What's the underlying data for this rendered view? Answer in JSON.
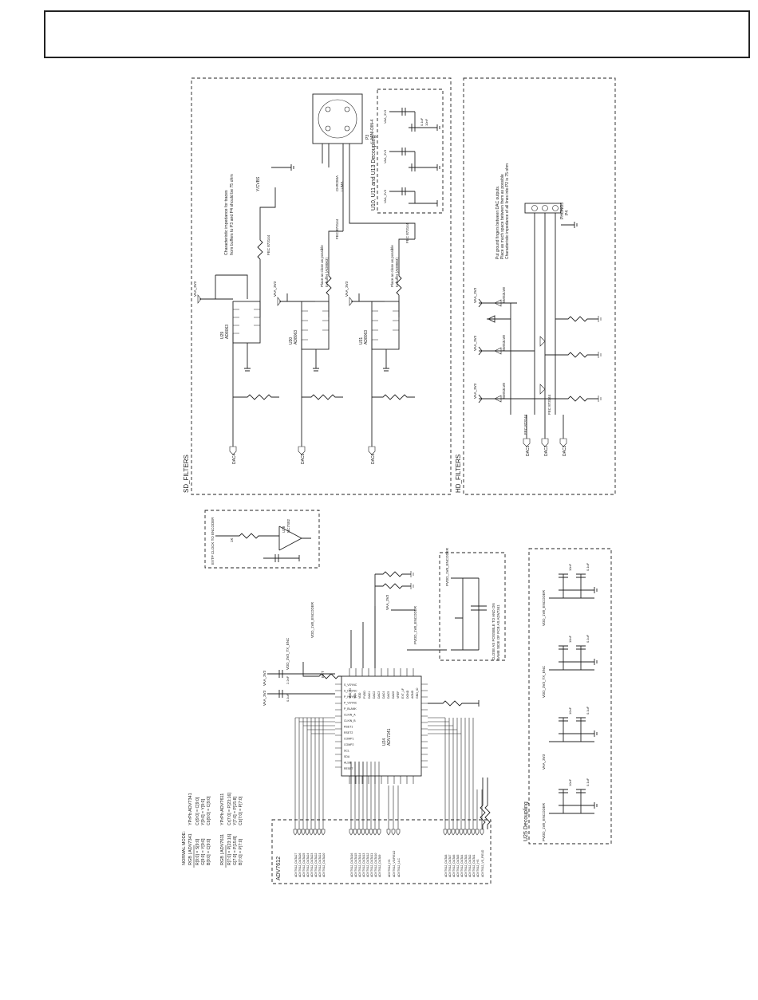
{
  "sd": {
    "section_label": "SD_FILTERS",
    "impedance_note": [
      "Characteristic impedance for traces",
      "from buffers to P3 and P4 should be 75 ohm"
    ],
    "place_note": [
      "Place as close as possible",
      "to buffer (AD8063)"
    ],
    "out_label": "Y/CVBS",
    "buffers": [
      {
        "ref": "U29",
        "part": "AD8063"
      },
      {
        "ref": "U30",
        "part": "AD8063"
      },
      {
        "ref": "U31",
        "part": "AD8063"
      }
    ],
    "dac_inputs": [
      "DAC4",
      "DAC5",
      "DAC6"
    ],
    "rail": "VAA_3V3",
    "ferrite": "FEC 873144",
    "connectors": [
      {
        "ref": "P3",
        "part": "MINI-DIN-4"
      },
      {
        "ref": "P4",
        "part": "PHONO3"
      }
    ],
    "decoupling_title": "U10, U11 and U13 Decoupling",
    "decoupling_rails": [
      "VAA_3V3",
      "VAA_3V3",
      "VAA_3V3"
    ],
    "decoupling_caps": [
      "0.1uF",
      "10nF"
    ],
    "chroma_label": "CHROMA",
    "luma_label": "LUMA"
  },
  "hd": {
    "section_label": "HD_FILTERS",
    "note": [
      "Put ground fingers between DAC outputs.",
      "Place as much space between them as possible",
      "Characteristic impedance of all lines into P2 is 75 ohm"
    ],
    "dac_inputs": [
      "DAC1",
      "DAC2",
      "DAC3"
    ],
    "rails": [
      "VAA_3V3",
      "VAA_3V3",
      "VAA_3V3"
    ],
    "diode": "SMS3LV8",
    "connector": {
      "ref": "P4",
      "part": "PHONO3"
    },
    "ferrite": "FEC 873144"
  },
  "clock": {
    "title": "EXTP CLOCK TO ENCODER",
    "ref": "U28",
    "part": "NC7S02",
    "res": "1K"
  },
  "encoder": {
    "ref": "U24",
    "part": "ADV7341",
    "left_pins": [
      "S_VSYNC",
      "S_HSYNC",
      "P_HSYNC",
      "P_VSYNC",
      "P_BLANK",
      "CLKIN_A",
      "CLKIN_B",
      "RSET1",
      "RSET2",
      "COMP1",
      "COMP2",
      "SCL",
      "SDA",
      "ALSB",
      "RESET"
    ],
    "top_pins": [
      "VDD_IO",
      "VAA",
      "VDD",
      "PVDD",
      "DAC1",
      "DAC2",
      "DAC3",
      "DAC4",
      "DAC5",
      "DAC6",
      "VREF",
      "EXT_LF",
      "DGND",
      "AGND",
      "GND_IO"
    ],
    "rails": [
      "VAA_3V3",
      "VAA_3V3",
      "VDD_3V3_TX_ENC",
      "VDD_1V8_ENCODER",
      "VAA_3V3",
      "PVDD_1V8_ENCODER"
    ],
    "ext_label": "EXT",
    "caps": [
      "2.2nF",
      "0.1uF"
    ]
  },
  "pvdd_box": {
    "rail": "PVDD_1V8_ENCODER",
    "note": [
      "CLOSE AS POSSIBLE TO AND ON",
      "SAME SIDE OF PCB AS ADV7341"
    ]
  },
  "modes": {
    "title": "NORMAL MODE:",
    "table1_header": [
      "RGB",
      "ADV7341",
      "YPrPb",
      "ADV7341"
    ],
    "table1_rows": [
      [
        "R[9:0]",
        "= S[9:0]",
        "Cr[9:0]",
        "= C[9:0]"
      ],
      [
        "G[9:0]",
        "= Y[9:0]",
        "Y[9:0]",
        "= Y[9:0]"
      ],
      [
        "B[9:0]",
        "= C[9:0]",
        "Cb[9:0]",
        "= C[9:0]"
      ]
    ],
    "table2_header": [
      "RGB",
      "ADV7611",
      "YPrPb",
      "ADV7611"
    ],
    "table2_rows": [
      [
        "R[7:0]",
        "= P[23:16]",
        "Cr[7:0]",
        "= P[23:16]"
      ],
      [
        "G[7:0]",
        "= P[15:8]",
        "Y[7:0]",
        "= P[15:8]"
      ],
      [
        "B[7:0]",
        "= P[7:0]",
        "Cb[7:0]",
        "= P[7:0]"
      ]
    ]
  },
  "adv7612": {
    "box_label": "ADV7612",
    "group1": [
      "ADV7612_DATA27",
      "ADV7612_DATA26",
      "ADV7612_DATA25",
      "ADV7612_DATA24",
      "ADV7612_DATA23",
      "ADV7612_DATA22",
      "ADV7612_DATA21",
      "ADV7612_DATA20"
    ],
    "group2": [
      "ADV7612_DATA16",
      "ADV7612_DATA15",
      "ADV7612_DATA14",
      "ADV7612_DATA13",
      "ADV7612_DATA12",
      "ADV7612_DATA11",
      "ADV7612_DATA10",
      "ADV7612_DATA9"
    ],
    "group3": [
      "ADV7612_HS",
      "ADV7612_VS/FIELD",
      "ADV7612_LLC"
    ],
    "group4": [
      "ADV7612_DATA8",
      "ADV7612_DATA7",
      "ADV7612_DATA6",
      "ADV7612_DATA5",
      "ADV7612_DATA4",
      "ADV7612_DATA3",
      "ADV7612_DATA2",
      "ADV7612_DATA1"
    ],
    "group5": [
      "ADV7612_HS",
      "ADV7612_VS_FIELD"
    ]
  },
  "u25": {
    "box_label": "U25 Decoupling",
    "rails": [
      "PVDD_1V8_ENCODER",
      "VAA_3V3",
      "VDD_3V3_TX_ENC",
      "VDD_1V8_ENCODER"
    ],
    "caps": [
      "0.1uF",
      "10nF"
    ]
  }
}
